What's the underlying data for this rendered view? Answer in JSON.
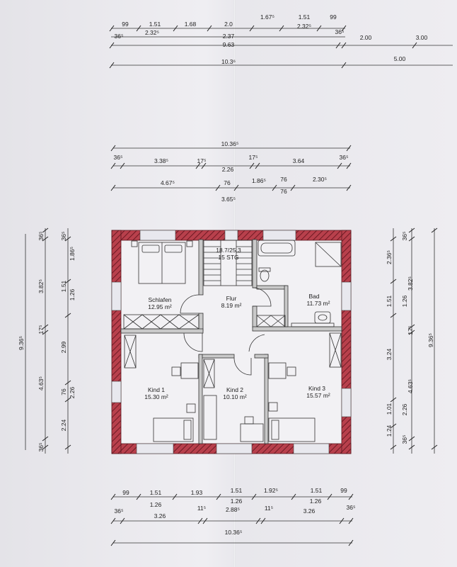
{
  "dims_top": {
    "r1": [
      "99",
      "1.51",
      "1.68",
      "2.0",
      "1.67⁵",
      "1.51",
      "99"
    ],
    "r2": [
      "2.32⁵",
      "2.37",
      "2.32⁵"
    ],
    "r3": [
      "36⁵",
      "9.63",
      "36⁵",
      "2.00",
      "3.00"
    ],
    "r4": [
      "10.3⁶",
      "5.00"
    ]
  },
  "dims_mid": {
    "r1": [
      "10.36⁵"
    ],
    "r2": [
      "36⁵",
      "3.38⁵",
      "17⁵",
      "2.26",
      "17⁵",
      "3.64",
      "36⁵"
    ],
    "r3": [
      "4.67⁵",
      "76",
      "1.86⁵",
      "76",
      "2.30⁵"
    ],
    "r4": [
      "76",
      "3.65⁵"
    ]
  },
  "dims_bottom": {
    "r1": [
      "99",
      "1.51",
      "1.93",
      "1.51",
      "1.92⁵",
      "1.51",
      "99"
    ],
    "r2": [
      "1.26",
      "1.26",
      "1.26"
    ],
    "r3": [
      "36⁵",
      "3.26",
      "11⁵",
      "2.88⁵",
      "11⁵",
      "3.26",
      "36⁵"
    ],
    "r4": [
      "10.36⁵"
    ]
  },
  "dims_left": {
    "c1": [
      "9.36⁵"
    ],
    "c2": [
      "36⁵",
      "3.82⁵",
      "17⁵",
      "4.63⁵",
      "36⁵"
    ],
    "c3": [
      "36⁵",
      "1.51",
      "2.99",
      "76",
      "2.24"
    ],
    "c4": [
      "1.86⁵",
      "1.26",
      "2.26"
    ]
  },
  "dims_right": {
    "c1": [
      "36⁵",
      "2.36⁵",
      "1.51",
      "3.24",
      "1.01",
      "1.24"
    ],
    "c2": [
      "1.26",
      "2.26",
      "36⁵"
    ],
    "c3": [
      "3.82⁵",
      "17⁵",
      "4.63⁵"
    ],
    "c4": [
      "9.36⁵"
    ]
  },
  "rooms": {
    "schlafen": {
      "name": "Schlafen",
      "area": "12.95 m²"
    },
    "flur": {
      "name": "Flur",
      "area": "8.19 m²"
    },
    "bad": {
      "name": "Bad",
      "area": "11.73 m²"
    },
    "kind1": {
      "name": "Kind 1",
      "area": "15.30 m²"
    },
    "kind2": {
      "name": "Kind 2",
      "area": "10.10 m²"
    },
    "kind3": {
      "name": "Kind 3",
      "area": "15.57 m²"
    }
  },
  "stair": {
    "rise": "18.7/25.3",
    "steps": "15 STG"
  },
  "colors": {
    "wall": "#b83a46",
    "hatch": "#7a1e28",
    "paper": "#eceaef"
  }
}
